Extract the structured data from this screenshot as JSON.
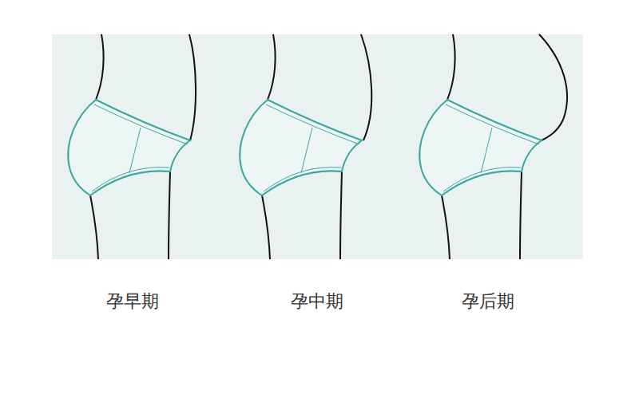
{
  "diagram": {
    "labels": [
      "孕早期",
      "孕中期",
      "孕后期"
    ]
  }
}
